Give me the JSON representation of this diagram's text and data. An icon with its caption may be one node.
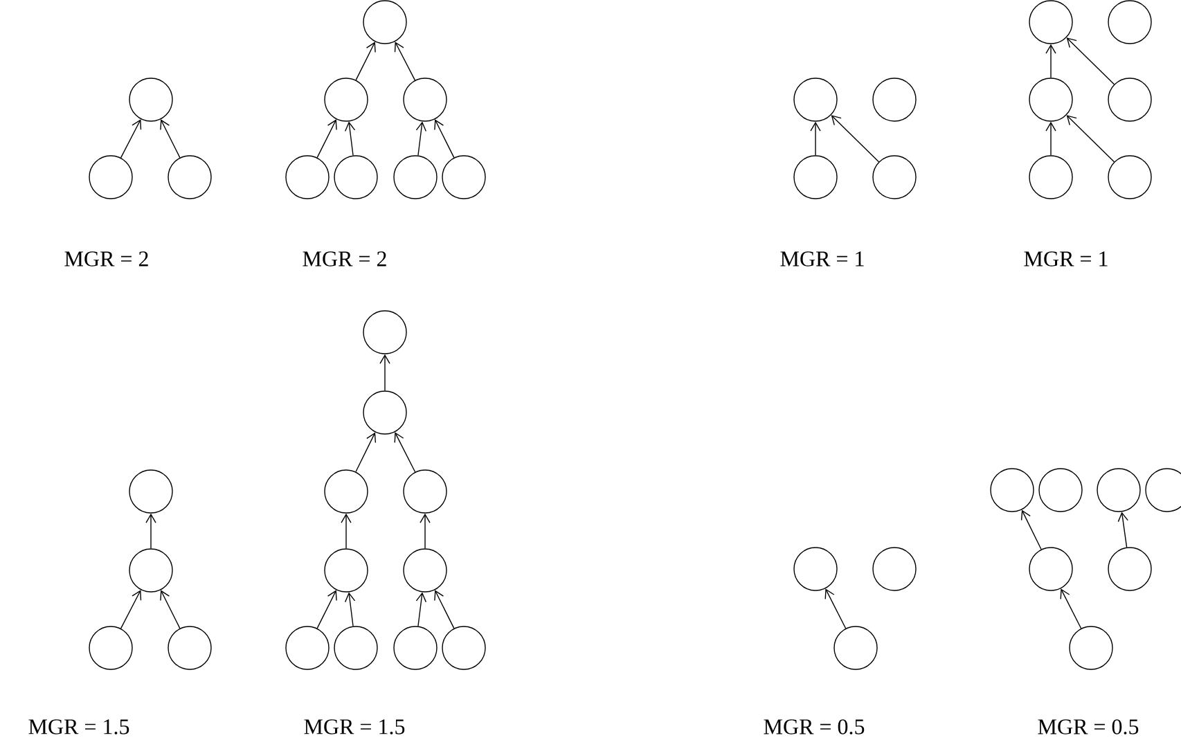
{
  "diagram": {
    "nodes": [
      {
        "text": [],
        "shape": "circle"
      },
      {
        "text": [],
        "shape": "circle"
      },
      {
        "text": [],
        "shape": "circle"
      },
      {
        "text": [],
        "shape": "circle"
      },
      {
        "text": [],
        "shape": "circle"
      },
      {
        "text": [],
        "shape": "circle"
      },
      {
        "text": [],
        "shape": "circle"
      },
      {
        "text": [],
        "shape": "circle"
      },
      {
        "text": [],
        "shape": "circle"
      },
      {
        "text": [],
        "shape": "circle"
      },
      {
        "text": [],
        "shape": "circle"
      },
      {
        "text": [],
        "shape": "circle"
      },
      {
        "text": [],
        "shape": "circle"
      },
      {
        "text": [],
        "shape": "circle"
      },
      {
        "text": [],
        "shape": "circle"
      },
      {
        "text": [],
        "shape": "circle"
      },
      {
        "text": [],
        "shape": "circle"
      },
      {
        "text": [],
        "shape": "circle"
      },
      {
        "text": [],
        "shape": "circle"
      },
      {
        "text": [],
        "shape": "circle"
      },
      {
        "text": [],
        "shape": "circle"
      },
      {
        "text": [],
        "shape": "circle"
      },
      {
        "text": [],
        "shape": "circle"
      },
      {
        "text": [],
        "shape": "circle"
      },
      {
        "text": [],
        "shape": "circle"
      },
      {
        "text": [],
        "shape": "circle"
      },
      {
        "text": [],
        "shape": "circle"
      },
      {
        "text": [],
        "shape": "circle"
      },
      {
        "text": [],
        "shape": "circle"
      },
      {
        "text": [],
        "shape": "circle"
      },
      {
        "text": [],
        "shape": "circle"
      },
      {
        "text": [],
        "shape": "circle"
      },
      {
        "text": [],
        "shape": "circle"
      },
      {
        "text": [],
        "shape": "circle"
      },
      {
        "text": [],
        "shape": "circle"
      },
      {
        "text": [],
        "shape": "circle"
      },
      {
        "text": [],
        "shape": "circle"
      },
      {
        "text": [],
        "shape": "circle"
      },
      {
        "text": [],
        "shape": "circle"
      },
      {
        "text": [],
        "shape": "circle"
      },
      {
        "text": [],
        "shape": "circle"
      },
      {
        "text": [],
        "shape": "circle"
      },
      {
        "text": [],
        "shape": "circle"
      },
      {
        "text": [],
        "shape": "circle"
      }
    ],
    "edges": [
      {
        "from": 1,
        "to": 0,
        "arrow": "to"
      },
      {
        "from": 2,
        "to": 0,
        "arrow": "to"
      },
      {
        "from": 4,
        "to": 3,
        "arrow": "to"
      },
      {
        "from": 5,
        "to": 3,
        "arrow": "to"
      },
      {
        "from": 6,
        "to": 4,
        "arrow": "to"
      },
      {
        "from": 7,
        "to": 4,
        "arrow": "to"
      },
      {
        "from": 8,
        "to": 5,
        "arrow": "to"
      },
      {
        "from": 9,
        "to": 5,
        "arrow": "to"
      },
      {
        "from": 12,
        "to": 10,
        "arrow": "to"
      },
      {
        "from": 13,
        "to": 10,
        "arrow": "to"
      },
      {
        "from": 16,
        "to": 14,
        "arrow": "to"
      },
      {
        "from": 17,
        "to": 14,
        "arrow": "to"
      },
      {
        "from": 18,
        "to": 16,
        "arrow": "to"
      },
      {
        "from": 19,
        "to": 16,
        "arrow": "to"
      },
      {
        "from": 21,
        "to": 20,
        "arrow": "to"
      },
      {
        "from": 22,
        "to": 21,
        "arrow": "to"
      },
      {
        "from": 23,
        "to": 21,
        "arrow": "to"
      },
      {
        "from": 25,
        "to": 24,
        "arrow": "to"
      },
      {
        "from": 26,
        "to": 25,
        "arrow": "to"
      },
      {
        "from": 27,
        "to": 25,
        "arrow": "to"
      },
      {
        "from": 28,
        "to": 26,
        "arrow": "to"
      },
      {
        "from": 29,
        "to": 27,
        "arrow": "to"
      },
      {
        "from": 30,
        "to": 28,
        "arrow": "to"
      },
      {
        "from": 31,
        "to": 28,
        "arrow": "to"
      },
      {
        "from": 32,
        "to": 29,
        "arrow": "to"
      },
      {
        "from": 33,
        "to": 29,
        "arrow": "to"
      },
      {
        "from": 36,
        "to": 34,
        "arrow": "to"
      },
      {
        "from": 41,
        "to": 37,
        "arrow": "to"
      },
      {
        "from": 42,
        "to": 39,
        "arrow": "to"
      },
      {
        "from": 43,
        "to": 41,
        "arrow": "to"
      }
    ],
    "labels": [
      "MGR = 2",
      "MGR = 2",
      "MGR = 1",
      "MGR = 1",
      "MGR = 1.5",
      "MGR = 1.5",
      "MGR = 0.5",
      "MGR = 0.5"
    ]
  }
}
